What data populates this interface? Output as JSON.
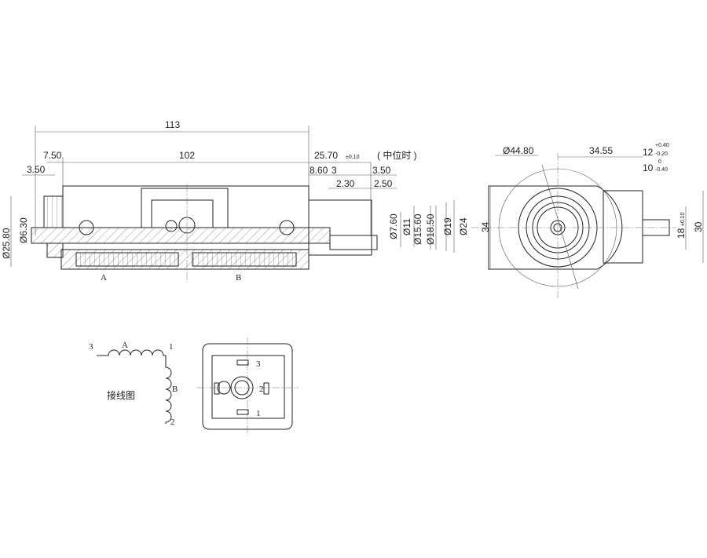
{
  "side_view": {
    "dims": {
      "overall_length": "113",
      "body_length": "102",
      "left_offset": "7.50",
      "left_small": "3.50",
      "right_length": "25.70",
      "right_tol": "±0.10",
      "right_note": "( 中位时 )",
      "d_8_60": "8.60",
      "d_3": "3",
      "d_3_50": "3.50",
      "d_2_30": "2.30",
      "d_2_50": "2.50",
      "dia_25_80": "25.80",
      "dia_6_30": "6.30",
      "dia_7_60": "7.60",
      "dia_11": "11",
      "dia_15_60": "15.60",
      "dia_18_50": "18.50",
      "dia_19": "19",
      "dia_24": "24"
    },
    "coil_labels": {
      "a": "A",
      "b": "B"
    },
    "dia_symbol": "Ø"
  },
  "end_view": {
    "dims": {
      "dia_44_80": "44.80",
      "d_34_55": "34.55",
      "d_12": "12",
      "d_12_tol_up": "+0.40",
      "d_12_tol_dn": "-0.20",
      "d_10": "10",
      "d_10_tol_up": "0",
      "d_10_tol_dn": "-0.40",
      "height_34": "34",
      "height_30": "30",
      "d_18": "18",
      "d_18_tol": "±0.10"
    }
  },
  "wiring": {
    "title": "接线图",
    "terminal_3": "3",
    "terminal_1": "1",
    "terminal_2": "2",
    "coil_a": "A",
    "coil_b": "B"
  },
  "connector": {
    "pin_3": "3",
    "pin_2": "2",
    "pin_1": "1"
  }
}
